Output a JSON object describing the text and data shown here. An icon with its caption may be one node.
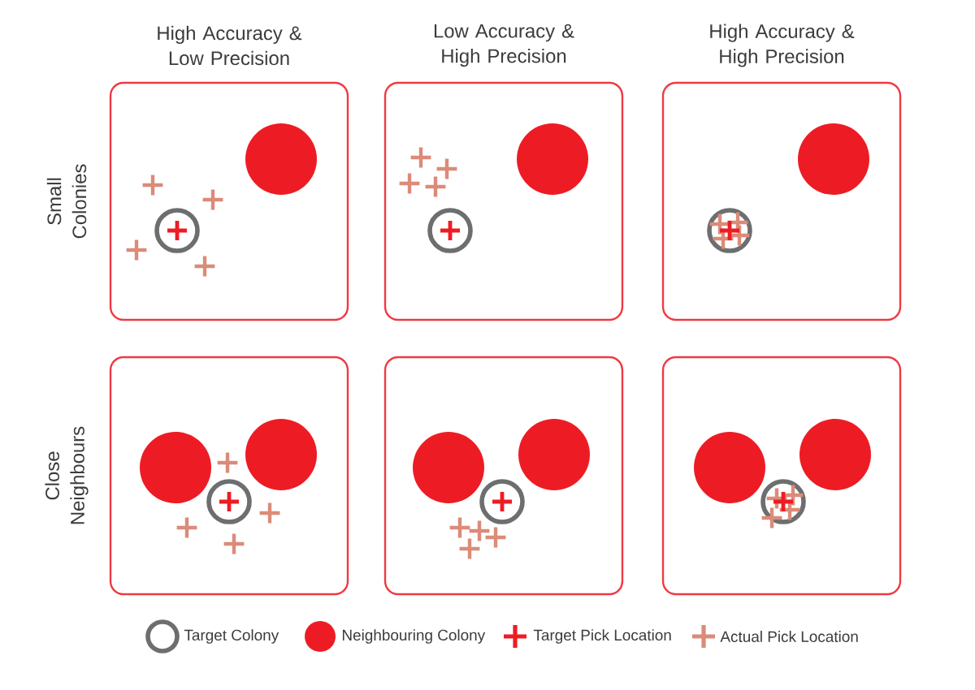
{
  "diagram": {
    "labels": [
      "High Accuracy & Low Precision",
      "Low Accuracy & High Precision",
      "High Accuracy & High Precision",
      "Small Colonies",
      "Close Neighbours"
    ],
    "legend": [
      {
        "text": "Target Colony"
      },
      {
        "text": "Neighbouring Colony",
        "color": "#ed1c24"
      },
      {
        "text": "Target Pick Location"
      },
      {
        "text": "Actual Pick Location"
      }
    ]
  }
}
